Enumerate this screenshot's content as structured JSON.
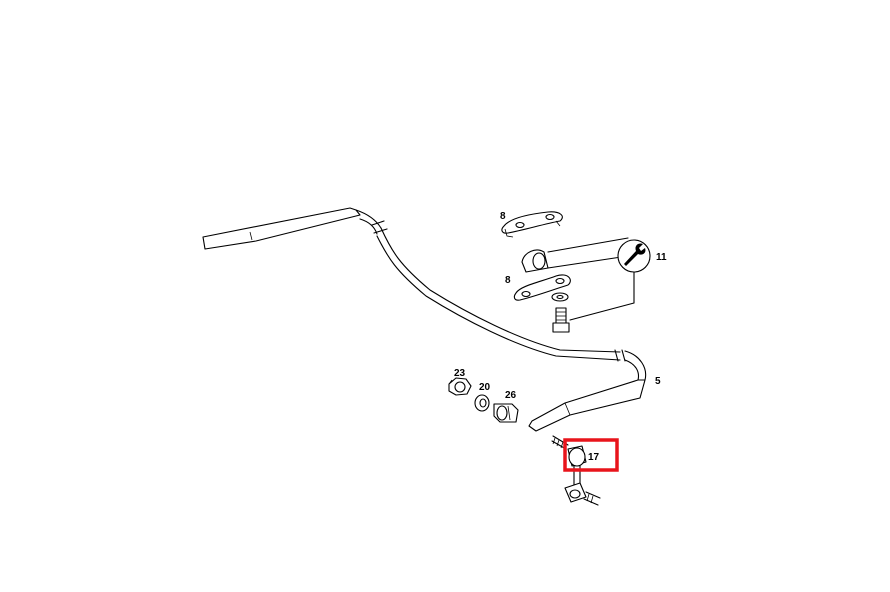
{
  "labels": {
    "bracket_top": "8",
    "bracket_bottom": "8",
    "tool_ref": "11",
    "stabilizer_bar": "5",
    "nut": "23",
    "washer": "20",
    "bushing": "26",
    "link": "17"
  },
  "highlight": {
    "target": "17",
    "color": "#e8141b"
  },
  "colors": {
    "line": "#000000",
    "background": "#ffffff"
  }
}
